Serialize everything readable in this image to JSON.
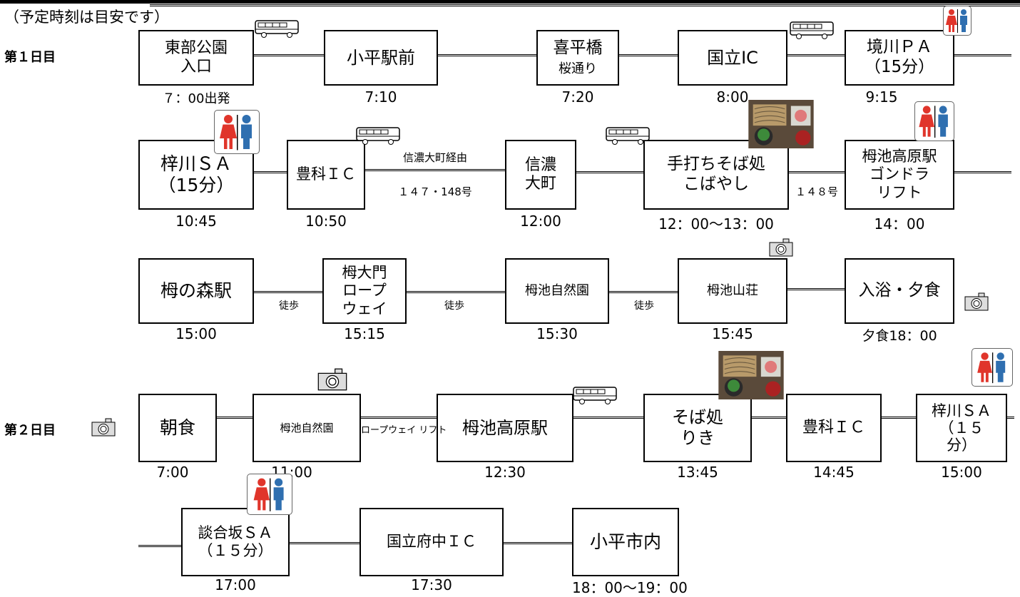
{
  "header": {
    "note": "（予定時刻は目安です）"
  },
  "days": {
    "day1": "第１日目",
    "day2": "第２日目"
  },
  "row1": {
    "stops": [
      "東部公園\n入口",
      "小平駅前",
      "喜平橋",
      "国立IC",
      "境川ＰＡ\n（15分）"
    ],
    "sub_label": "桜通り",
    "times": [
      "７：00出発",
      "7:10",
      "7:20",
      "8:00",
      "9:15"
    ]
  },
  "row2": {
    "stops": [
      "梓川ＳＡ\n（15分）",
      "豊科ＩＣ",
      "信濃\n大町",
      "手打ちそば処\nこばやし",
      "栂池高原駅\nゴンドラ\nリフト"
    ],
    "times": [
      "10:45",
      "10:50",
      "12:00",
      "12：00～13：00",
      "14：00"
    ],
    "route_top": "信濃大町経由",
    "route_bottom": "１４７・148号",
    "route_148": "１４８号"
  },
  "row3": {
    "stops": [
      "栂の森駅",
      "栂大門\nロープ\nウェイ",
      "栂池自然園",
      "栂池山荘",
      "入浴・夕食"
    ],
    "times": [
      "15:00",
      "15:15",
      "15:30",
      "15:45",
      "夕食18：00"
    ],
    "walk": [
      "徒歩",
      "徒歩",
      "徒歩"
    ]
  },
  "row4": {
    "stops": [
      "朝食",
      "栂池自然園",
      "栂池高原駅",
      "そば処\nりき",
      "豊科ＩＣ",
      "梓川ＳＡ\n（１５\n分）"
    ],
    "times": [
      "7:00",
      "11:00",
      "12:30",
      "13:45",
      "14:45",
      "15:00"
    ],
    "ropeway": "ロープウェイ\nリフト"
  },
  "row5": {
    "stops": [
      "談合坂ＳＡ\n（１５分）",
      "国立府中ＩＣ",
      "小平市内"
    ],
    "times": [
      "17:00",
      "17:30",
      "18：00～19：00"
    ]
  },
  "icons": {
    "bus": "bus-icon",
    "toilet": "restroom-icon",
    "camera": "camera-icon",
    "food": "soba-photo",
    "colors": {
      "male": "#2f6fb0",
      "female": "#e0352b"
    }
  }
}
